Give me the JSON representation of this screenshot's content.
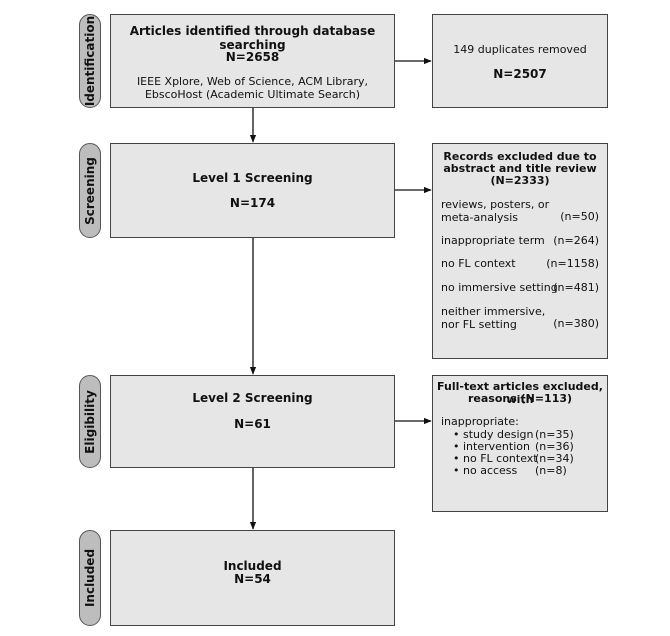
{
  "stages": {
    "identification": "Identification",
    "screening": "Screening",
    "eligibility": "Eligibility",
    "included": "Included"
  },
  "identified": {
    "title": "Articles identified through database searching",
    "count": "N=2658",
    "sources_line1": "IEEE Xplore, Web of Science, ACM Library,",
    "sources_line2": "EbscoHost (Academic Ultimate Search)"
  },
  "duplicates": {
    "text": "149 duplicates removed",
    "count": "N=2507"
  },
  "level1": {
    "title": "Level 1 Screening",
    "count": "N=174"
  },
  "excluded_records": {
    "title_line1": "Records excluded due to",
    "title_line2": "abstract and title review",
    "count": "(N=2333)",
    "reasons": [
      {
        "label_line1": "reviews, posters, or",
        "label_line2": "meta-analysis",
        "count": "(n=50)"
      },
      {
        "label_line1": "inappropriate term",
        "label_line2": "",
        "count": "(n=264)"
      },
      {
        "label_line1": "no FL context",
        "label_line2": "",
        "count": "(n=1158)"
      },
      {
        "label_line1": "no immersive setting",
        "label_line2": "",
        "count": "(n=481)"
      },
      {
        "label_line1": "neither immersive,",
        "label_line2": "nor FL setting",
        "count": "(n=380)"
      }
    ]
  },
  "level2": {
    "title": "Level 2 Screening",
    "count": "N=61"
  },
  "excluded_fulltext": {
    "title_line1": "Full-text articles excluded, with",
    "title_line2": "reasons (N=113)",
    "intro": "inappropriate:",
    "items": [
      {
        "label": "study design",
        "count": "(n=35)"
      },
      {
        "label": "intervention",
        "count": "(n=36)"
      },
      {
        "label": "no FL context",
        "count": "(n=34)"
      },
      {
        "label": "no access",
        "count": "(n=8)"
      }
    ]
  },
  "included": {
    "title": "Included",
    "count": "N=54"
  }
}
